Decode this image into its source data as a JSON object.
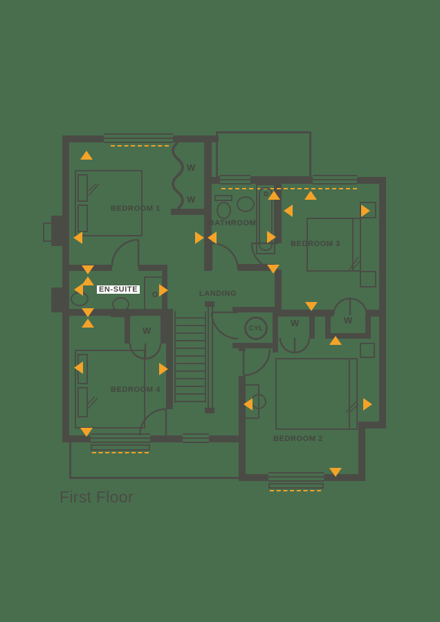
{
  "title": "First Floor",
  "colors": {
    "background": "#486E4E",
    "wall": "#4B4B45",
    "accent_orange": "#F5A328",
    "ensuite_label_bg": "#FFFFFF"
  },
  "rooms": {
    "bedroom1": {
      "label": "BEDROOM 1"
    },
    "bathroom": {
      "label": "BATHROOM"
    },
    "bedroom3": {
      "label": "BEDROOM 3"
    },
    "ensuite": {
      "label": "EN-SUITE"
    },
    "landing": {
      "label": "LANDING"
    },
    "bedroom4": {
      "label": "BEDROOM 4"
    },
    "bedroom2": {
      "label": "BEDROOM 2"
    }
  },
  "fixtures": {
    "wardrobe_label": "W",
    "cylinder_label": "CYL"
  }
}
